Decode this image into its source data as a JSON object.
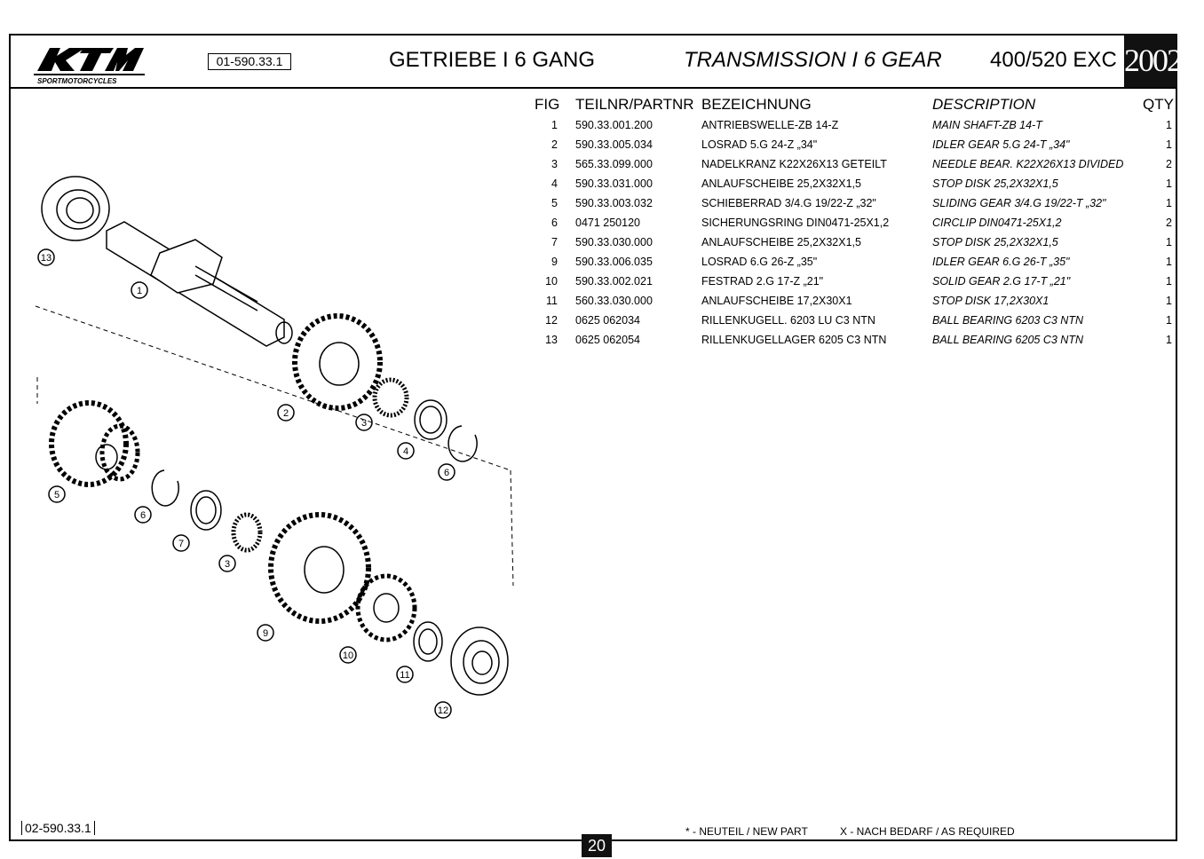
{
  "header": {
    "logo_text": "KTM",
    "logo_subtext": "SPORTMOTORCYCLES",
    "ref_code": "01-590.33.1",
    "title_de": "GETRIEBE I 6 GANG",
    "title_en": "TRANSMISSION I 6 GEAR",
    "model": "400/520 EXC",
    "year": "2002"
  },
  "columns": {
    "fig": "FIG",
    "part_no": "TEILNR/PARTNR",
    "designation": "BEZEICHNUNG",
    "description": "DESCRIPTION",
    "qty": "QTY"
  },
  "parts": [
    {
      "fig": "1",
      "part_no": "590.33.001.200",
      "de": "ANTRIEBSWELLE-ZB 14-Z",
      "en": "MAIN SHAFT-ZB 14-T",
      "qty": "1"
    },
    {
      "fig": "2",
      "part_no": "590.33.005.034",
      "de": "LOSRAD 5.G 24-Z „34\"",
      "en": "IDLER GEAR 5.G 24-T „34\"",
      "qty": "1"
    },
    {
      "fig": "3",
      "part_no": "565.33.099.000",
      "de": "NADELKRANZ K22X26X13 GETEILT",
      "en": "NEEDLE BEAR. K22X26X13 DIVIDED",
      "qty": "2"
    },
    {
      "fig": "4",
      "part_no": "590.33.031.000",
      "de": "ANLAUFSCHEIBE 25,2X32X1,5",
      "en": "STOP DISK 25,2X32X1,5",
      "qty": "1"
    },
    {
      "fig": "5",
      "part_no": "590.33.003.032",
      "de": "SCHIEBERRAD 3/4.G 19/22-Z „32\"",
      "en": "SLIDING GEAR 3/4.G 19/22-T „32\"",
      "qty": "1"
    },
    {
      "fig": "6",
      "part_no": "0471 250120",
      "de": "SICHERUNGSRING DIN0471-25X1,2",
      "en": "CIRCLIP DIN0471-25X1,2",
      "qty": "2"
    },
    {
      "fig": "7",
      "part_no": "590.33.030.000",
      "de": "ANLAUFSCHEIBE 25,2X32X1,5",
      "en": "STOP DISK 25,2X32X1,5",
      "qty": "1"
    },
    {
      "fig": "9",
      "part_no": "590.33.006.035",
      "de": "LOSRAD 6.G 26-Z „35\"",
      "en": "IDLER GEAR 6.G 26-T „35\"",
      "qty": "1"
    },
    {
      "fig": "10",
      "part_no": "590.33.002.021",
      "de": "FESTRAD 2.G 17-Z „21\"",
      "en": "SOLID GEAR 2.G 17-T „21\"",
      "qty": "1"
    },
    {
      "fig": "11",
      "part_no": "560.33.030.000",
      "de": "ANLAUFSCHEIBE 17,2X30X1",
      "en": "STOP DISK 17,2X30X1",
      "qty": "1"
    },
    {
      "fig": "12",
      "part_no": "0625 062034",
      "de": "RILLENKUGELL. 6203 LU C3 NTN",
      "en": "BALL BEARING 6203 C3 NTN",
      "qty": "1"
    },
    {
      "fig": "13",
      "part_no": "0625 062054",
      "de": "RILLENKUGELLAGER 6205 C3 NTN",
      "en": "BALL BEARING 6205 C3 NTN",
      "qty": "1"
    }
  ],
  "diagram": {
    "callouts": [
      "13",
      "1",
      "2",
      "3",
      "4",
      "6",
      "5",
      "6",
      "7",
      "3",
      "9",
      "10",
      "11",
      "12"
    ]
  },
  "footer": {
    "ref_code": "02-590.33.1",
    "page": "20",
    "legend_new": "* - NEUTEIL / NEW PART",
    "legend_required": "X - NACH BEDARF / AS REQUIRED"
  }
}
